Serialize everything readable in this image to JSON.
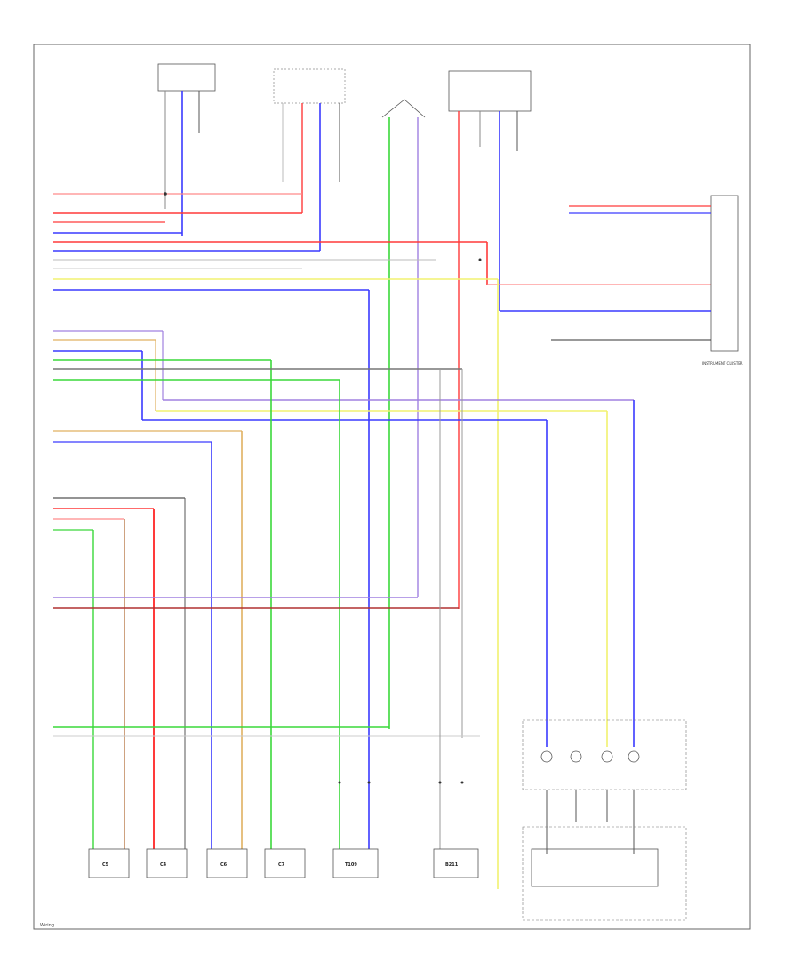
{
  "diagram": {
    "components_bottom": [
      {
        "code": "C5"
      },
      {
        "code": "C4"
      },
      {
        "code": "C6"
      },
      {
        "code": "C7"
      },
      {
        "code": "T109"
      },
      {
        "code": "B211"
      }
    ],
    "side_label": "INSTRUMENT CLUSTER",
    "colors": {
      "red": "#ff3a3a",
      "blue": "#3a3aff",
      "green": "#3ad83a",
      "yellow": "#f2f270",
      "orange": "#e0b060",
      "gray": "#9a9a9a",
      "pink": "#ff8a8a",
      "violet": "#a080e0",
      "brown": "#b87a4a",
      "black": "#333333"
    },
    "footer_text": "Wiring"
  }
}
